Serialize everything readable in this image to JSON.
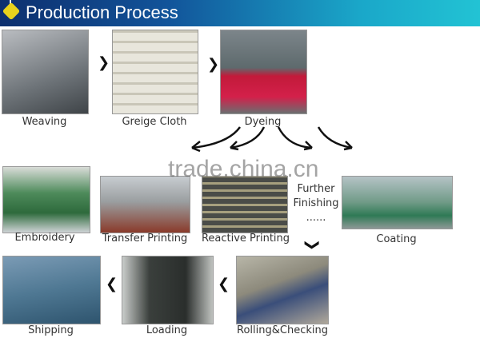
{
  "header": {
    "title": "Production Process",
    "icon": "tag-icon"
  },
  "watermark": "trade.china.cn",
  "steps": {
    "weaving": "Weaving",
    "greige": "Greige Cloth",
    "dyeing": "Dyeing",
    "embroidery": "Embroidery",
    "transfer": "Transfer Printing",
    "reactive": "Reactive Printing",
    "further1": "Further",
    "further2": "Finishing",
    "further3": "......",
    "coating": "Coating",
    "shipping": "Shipping",
    "loading": "Loading",
    "rolling": "Rolling&Checking"
  },
  "arrows": {
    "right": "›",
    "left": "‹",
    "down": "⌄"
  }
}
